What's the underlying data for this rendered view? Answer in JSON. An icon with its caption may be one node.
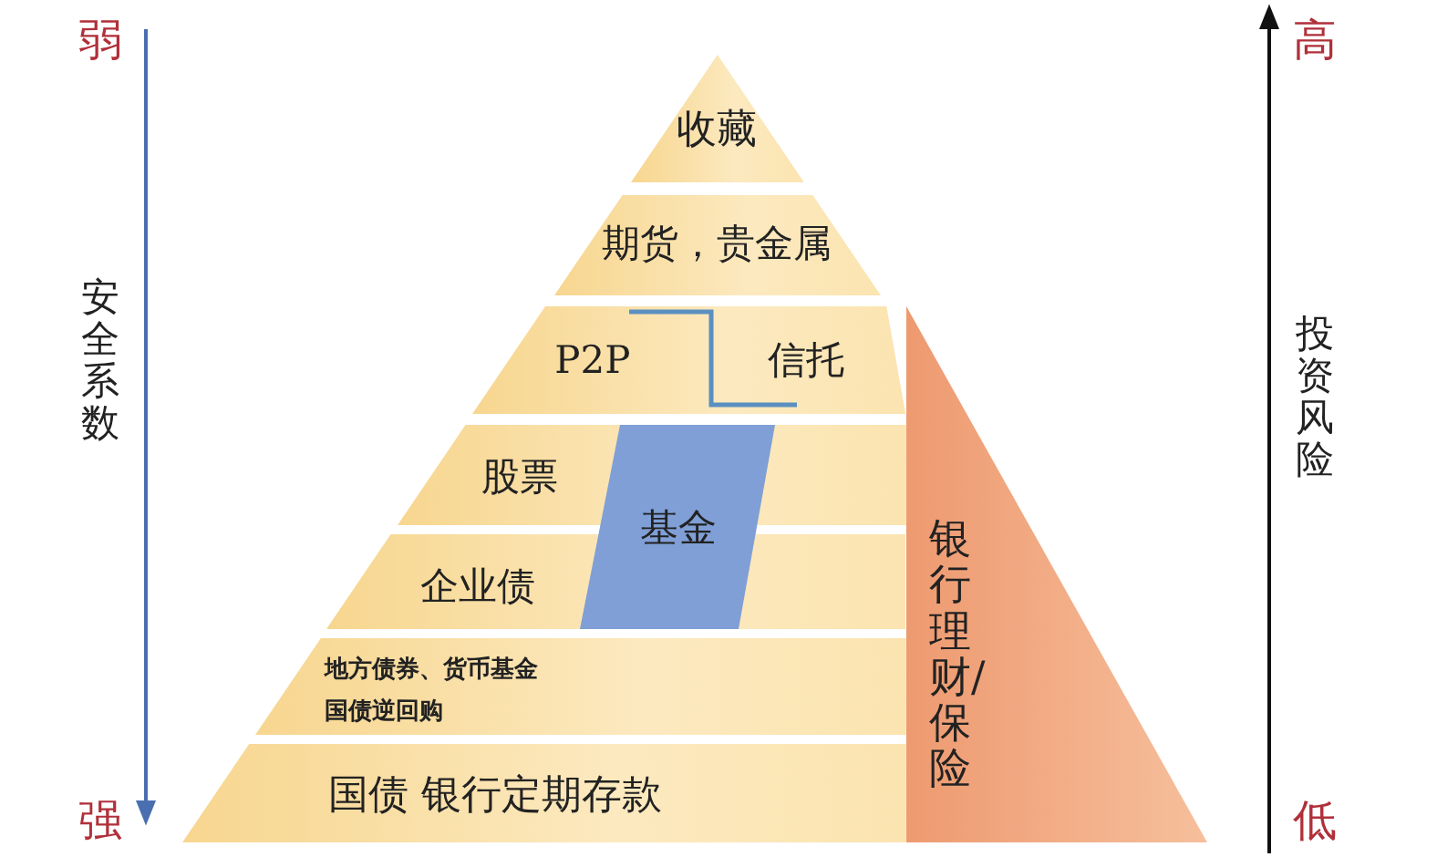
{
  "diagram": {
    "nodes": [
      {
        "text": [
          "收藏"
        ]
      },
      {
        "text": [
          "期货，贵金属"
        ]
      },
      {
        "text": [
          "P2P",
          "信托"
        ]
      },
      {
        "text": [
          "股票"
        ]
      },
      {
        "text": [
          "基金"
        ]
      },
      {
        "text": [
          "企业债"
        ]
      },
      {
        "text": [
          "地方债券、货币基金",
          "国债逆回购"
        ]
      },
      {
        "text": [
          "国债 银行定期存款"
        ]
      },
      {
        "text": [
          "银行理财/保险"
        ]
      }
    ],
    "labels": [
      "弱",
      "高",
      "安全系数",
      "投资风险",
      "强",
      "低"
    ]
  }
}
